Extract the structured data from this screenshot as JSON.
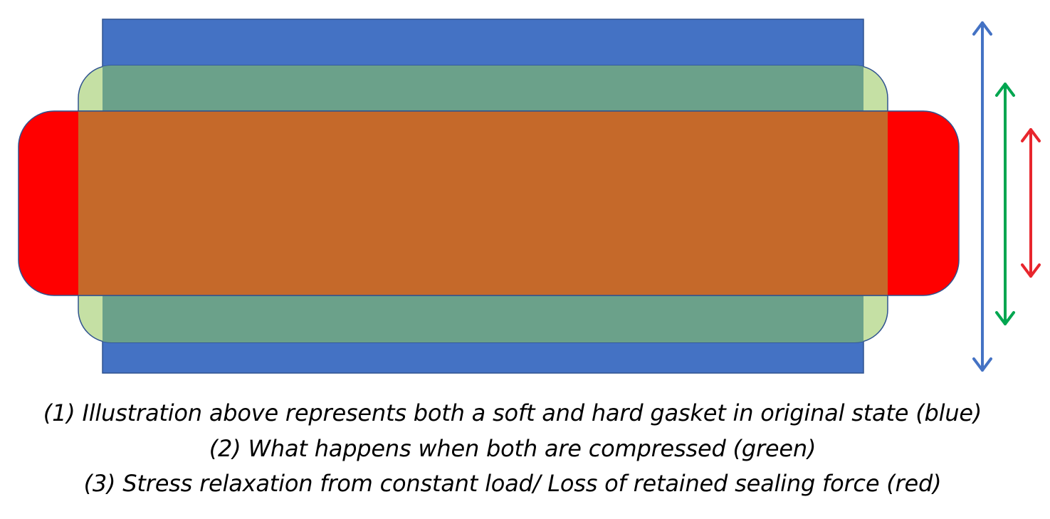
{
  "diagram": {
    "states": [
      {
        "name": "original state",
        "color": "#4472C4"
      },
      {
        "name": "compressed",
        "color": "#C5E0A4"
      },
      {
        "name": "stress relaxation",
        "color": "#FF0000"
      }
    ],
    "overlap_colors": {
      "green_over_blue": "#6BA18A",
      "red_over_green_and_blue": "#C5692A"
    },
    "arrows": [
      {
        "name": "blue-thickness-arrow",
        "color": "#4472C4"
      },
      {
        "name": "green-thickness-arrow",
        "color": "#00A650"
      },
      {
        "name": "red-thickness-arrow",
        "color": "#E8262D"
      }
    ]
  },
  "captions": {
    "line1": "(1) Illustration above represents both a soft and hard gasket in original state (blue)",
    "line2": "(2) What happens when both are compressed (green)",
    "line3": "(3) Stress relaxation from constant load/ Loss of retained sealing force (red)"
  }
}
